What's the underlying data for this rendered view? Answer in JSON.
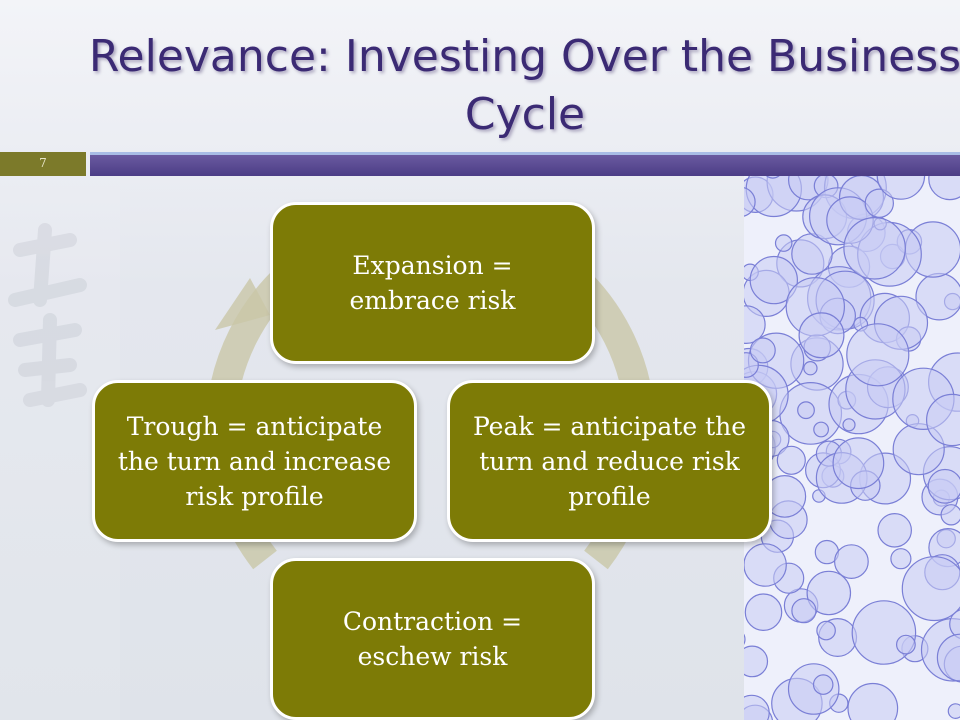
{
  "slide": {
    "title": "Relevance: Investing Over the Business Cycle",
    "number": "7"
  },
  "colors": {
    "title_text": "#3b2a74",
    "node_fill": "#7d7b06",
    "band_left": "#7c7a2a",
    "band_right": "#4c3d86",
    "cycle_arrow": "#c9c7a8"
  },
  "cycle": {
    "nodes": [
      {
        "id": "expansion",
        "text": "Expansion = embrace risk"
      },
      {
        "id": "peak",
        "text": "Peak = anticipate the turn and reduce risk profile"
      },
      {
        "id": "contraction",
        "text": "Contraction = eschew risk"
      },
      {
        "id": "trough",
        "text": "Trough = anticipate the turn and increase risk profile"
      }
    ]
  },
  "decor": {
    "side_image": "bubbles-pattern"
  }
}
